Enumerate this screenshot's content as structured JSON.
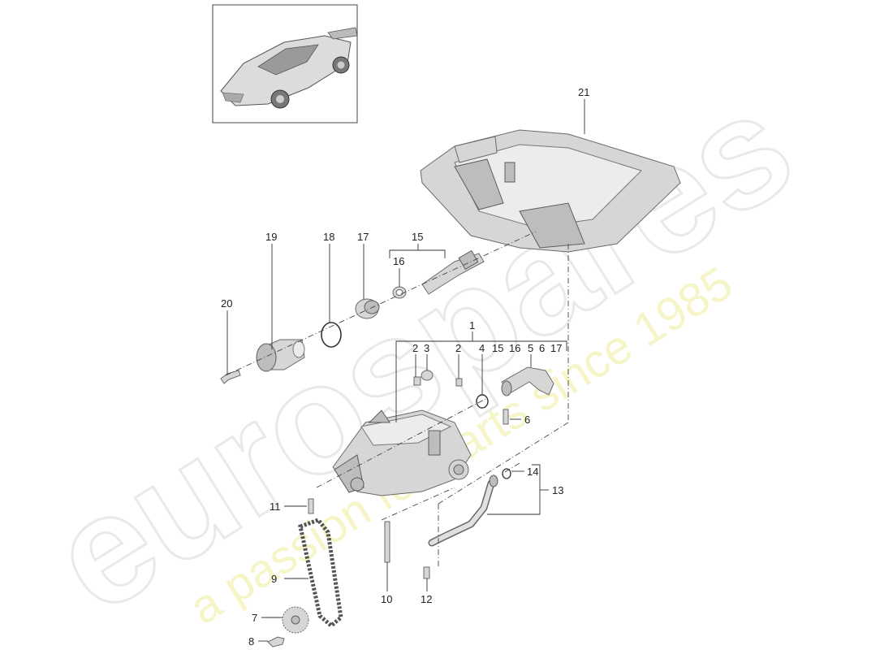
{
  "watermark": {
    "brand": "eurospares",
    "tagline": "a passion for parts since 1985"
  },
  "thumbnail": {
    "subject": "car-thumbnail"
  },
  "callouts": {
    "p1": "1",
    "p2a": "2",
    "p2b": "2",
    "p3": "3",
    "p4": "4",
    "p5": "5",
    "p6a": "6",
    "p6b": "6",
    "p7": "7",
    "p8": "8",
    "p9": "9",
    "p10": "10",
    "p11": "11",
    "p12": "12",
    "p13": "13",
    "p14": "14",
    "p15a": "15",
    "p15b": "15",
    "p16a": "16",
    "p16b": "16",
    "p17a": "17",
    "p17b": "17",
    "p18": "18",
    "p19": "19",
    "p20": "20",
    "p21": "21"
  },
  "colors": {
    "line": "#333333",
    "metal": "#d6d6d6",
    "watermark_yellow": "#f2f2b6"
  }
}
